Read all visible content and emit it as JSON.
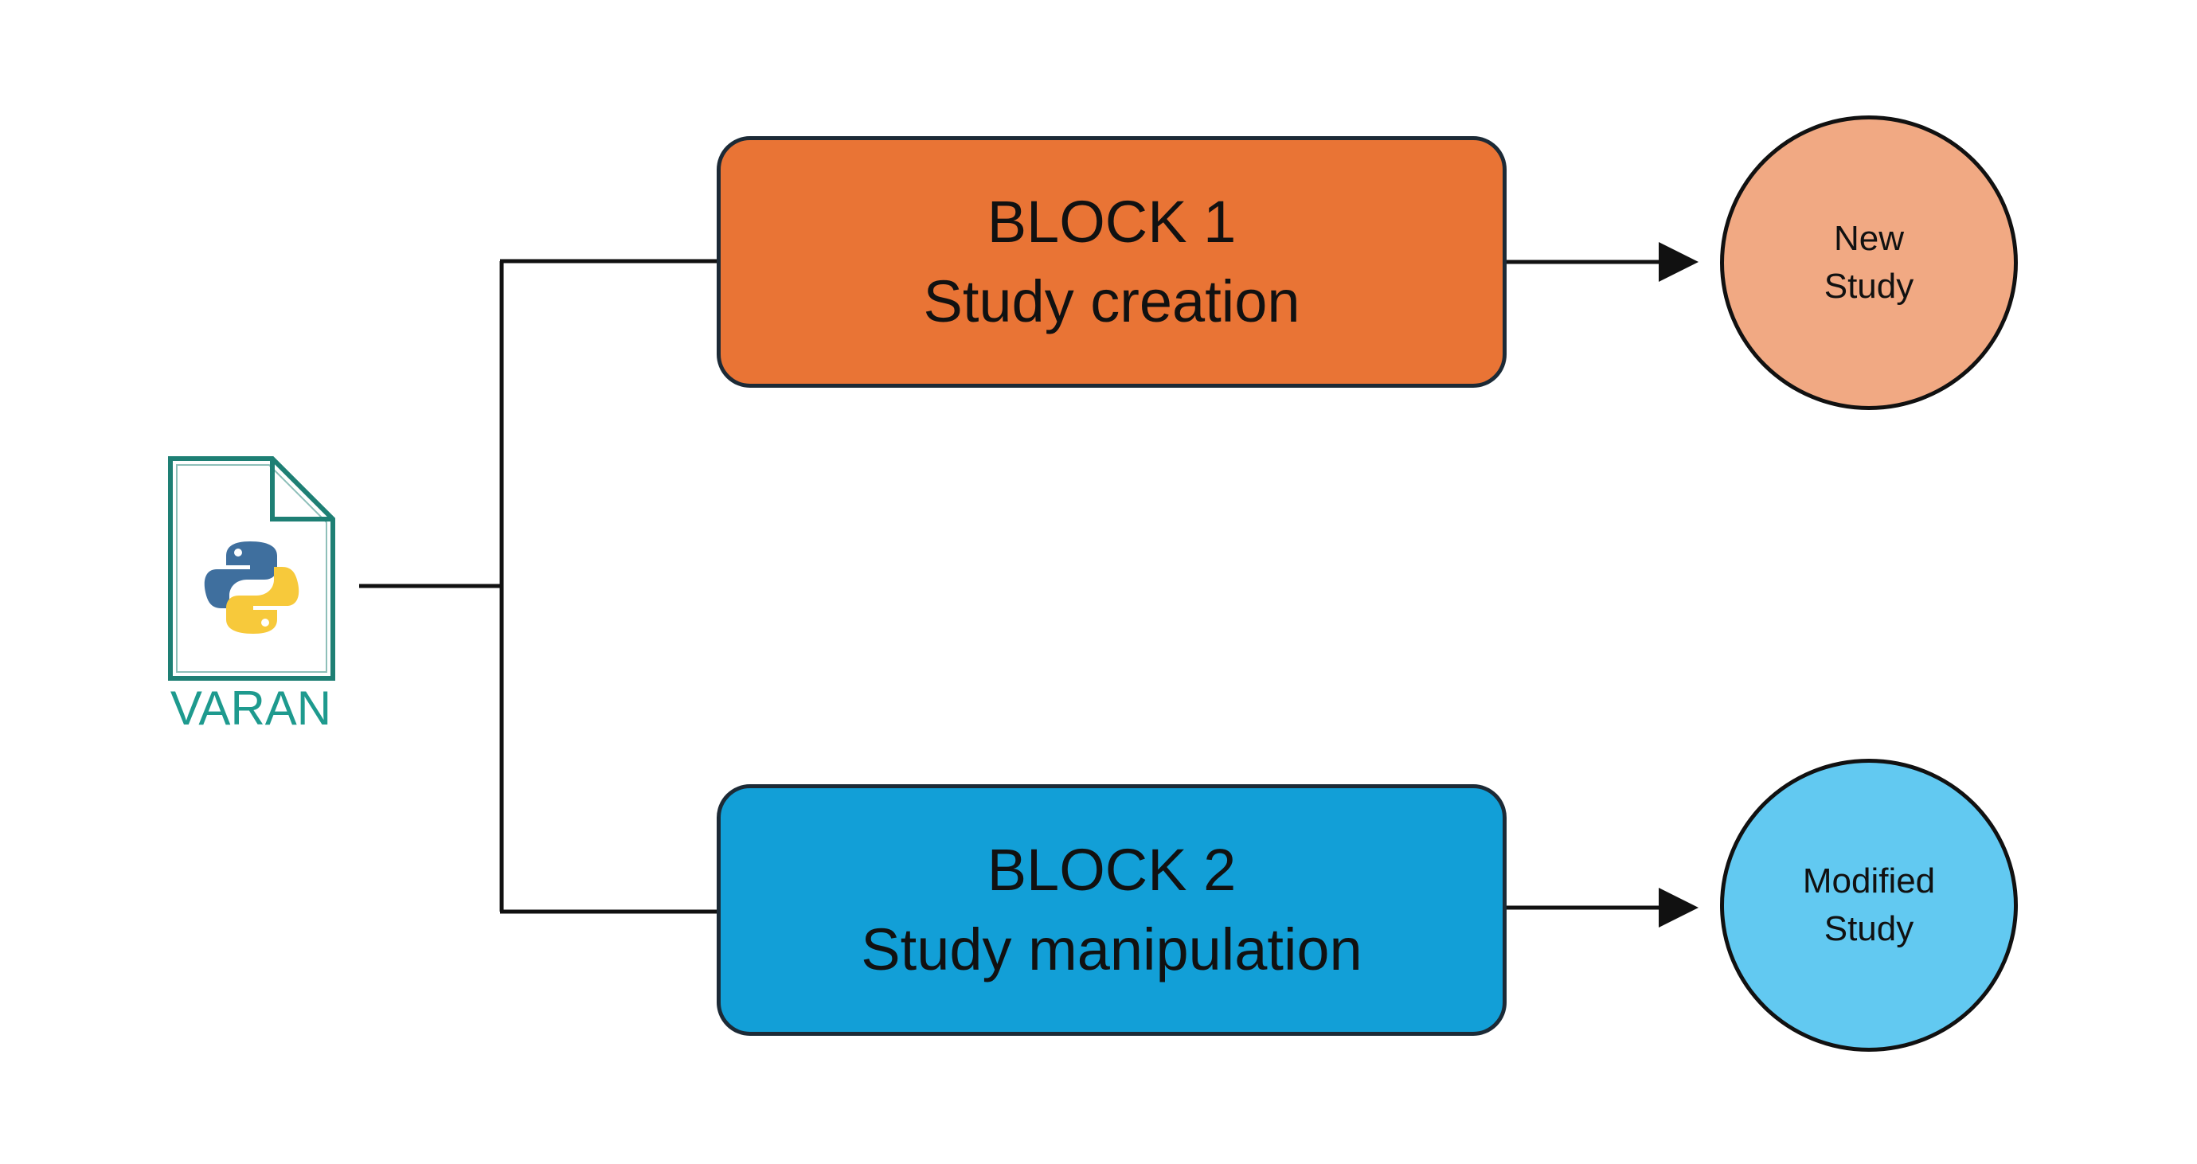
{
  "source": {
    "label": "VARAN",
    "icon": "python-file-icon"
  },
  "blocks": [
    {
      "title": "BLOCK 1",
      "subtitle": "Study creation",
      "color": "#e97435"
    },
    {
      "title": "BLOCK 2",
      "subtitle": "Study manipulation",
      "color": "#129fd7"
    }
  ],
  "outputs": [
    {
      "line1": "New",
      "line2": "Study",
      "color": "#f1a983"
    },
    {
      "line1": "Modified",
      "line2": "Study",
      "color": "#62c9f1"
    }
  ],
  "colors": {
    "varan_teal": "#1e9a8e",
    "line": "#111111",
    "python_blue": "#3f6f9e",
    "python_yellow": "#f7c93b"
  }
}
